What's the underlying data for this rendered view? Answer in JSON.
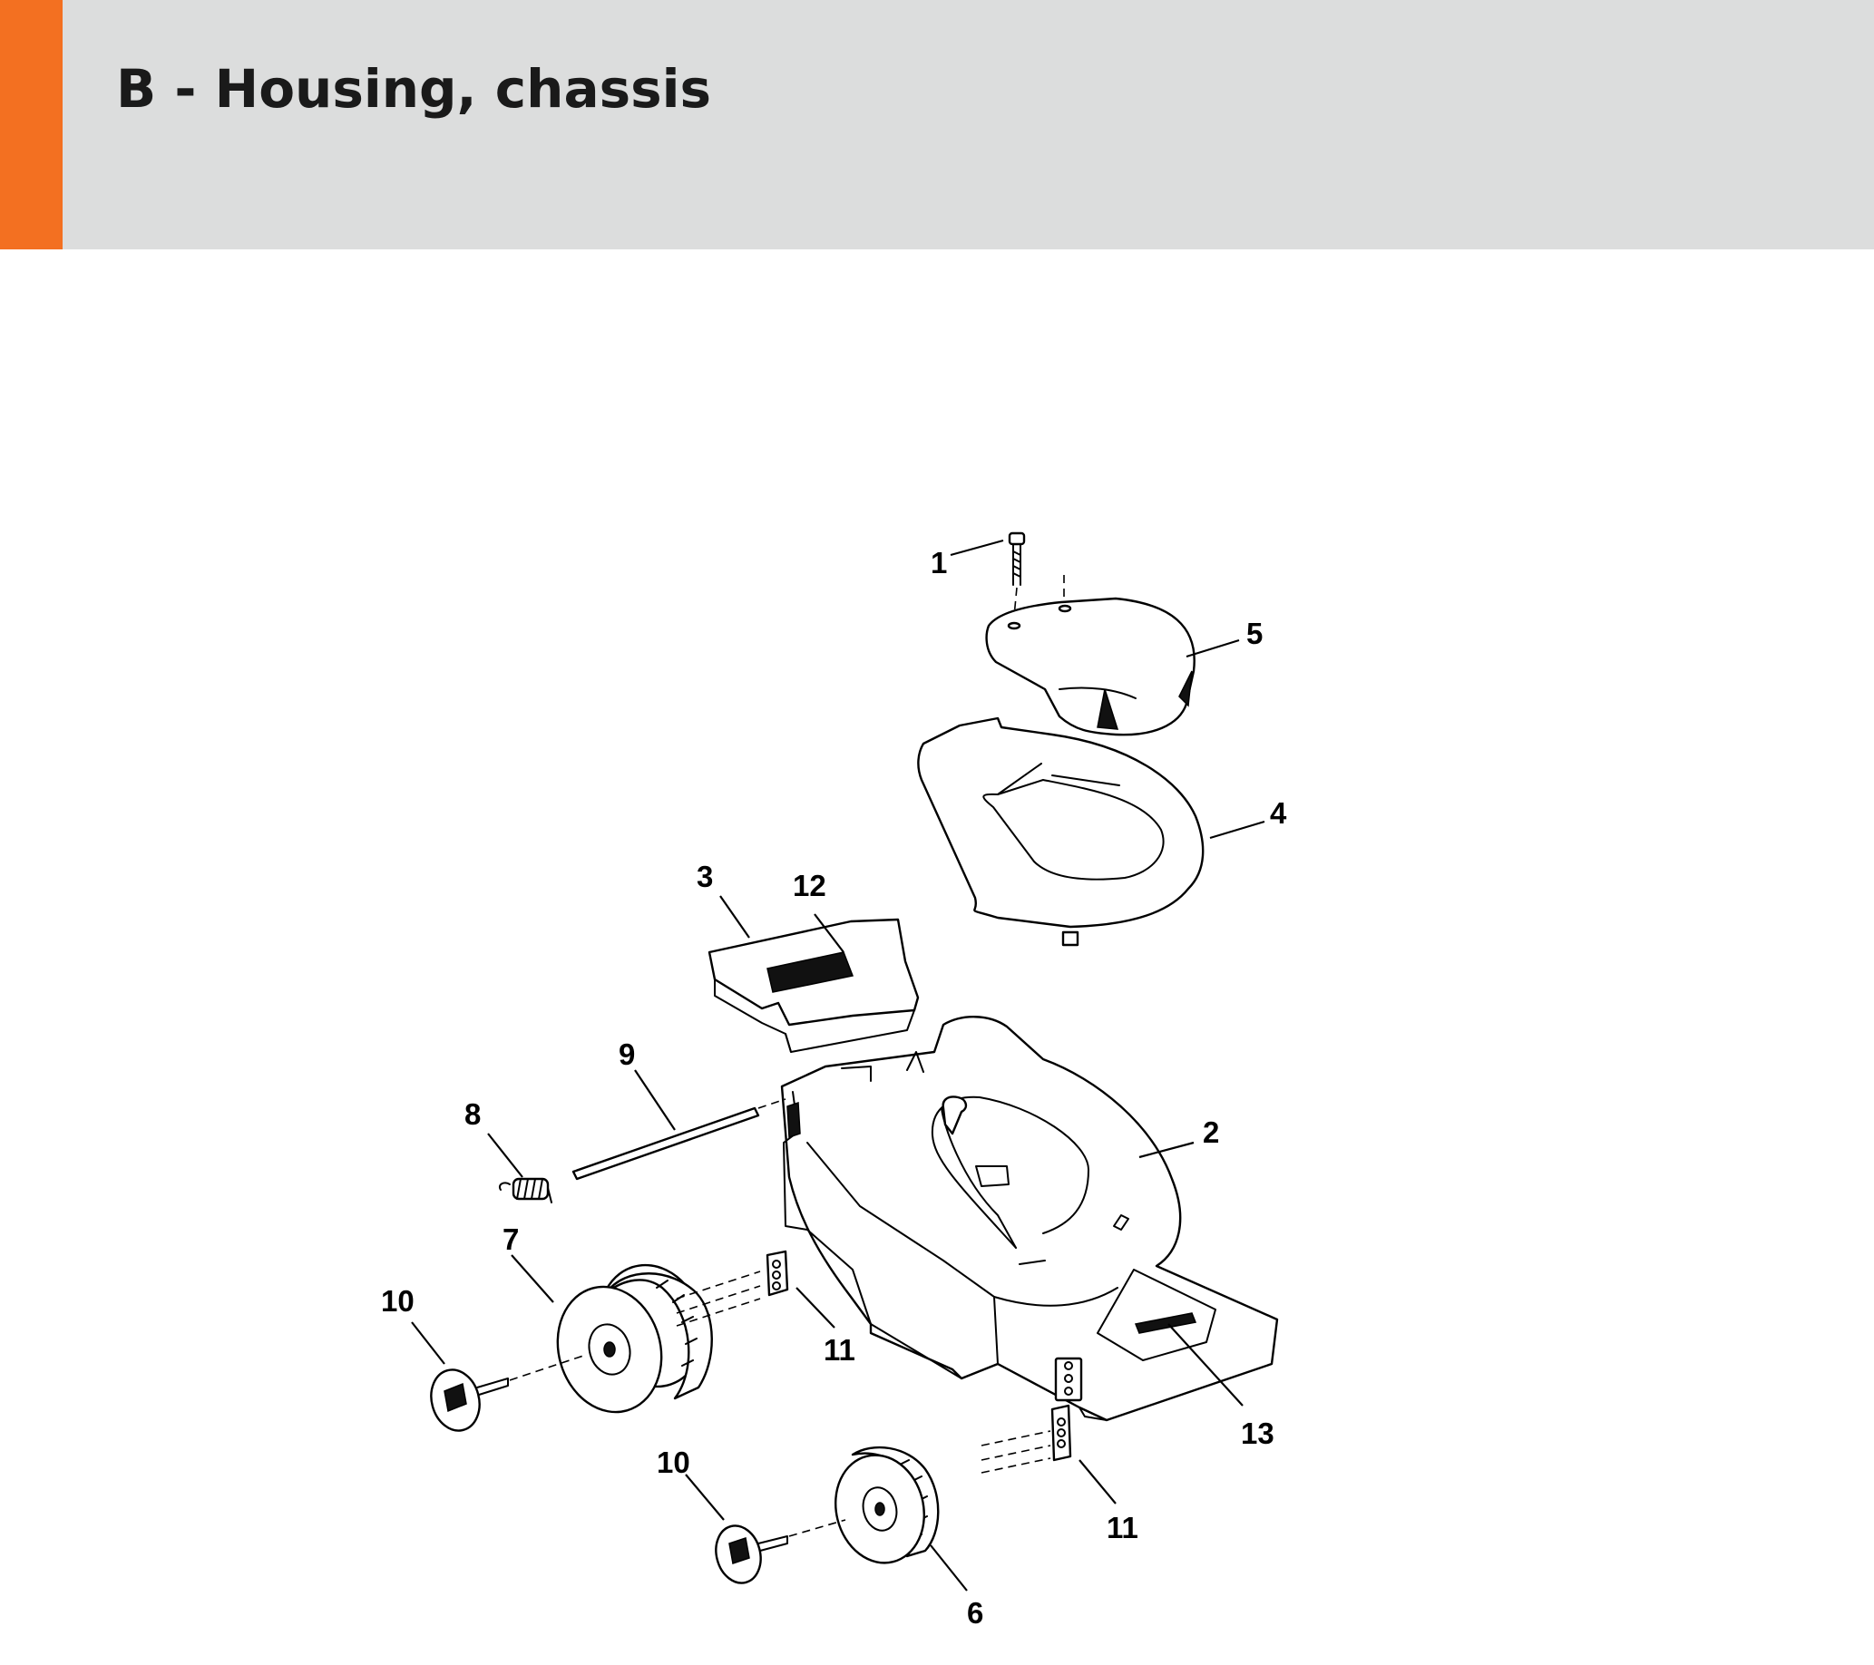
{
  "header": {
    "title": "B - Housing, chassis",
    "accent_color": "#f37021",
    "background_color": "#dcdddd"
  },
  "diagram": {
    "callouts": [
      {
        "id": "1",
        "label": "1"
      },
      {
        "id": "2",
        "label": "2"
      },
      {
        "id": "3",
        "label": "3"
      },
      {
        "id": "4",
        "label": "4"
      },
      {
        "id": "5",
        "label": "5"
      },
      {
        "id": "6",
        "label": "6"
      },
      {
        "id": "7",
        "label": "7"
      },
      {
        "id": "8",
        "label": "8"
      },
      {
        "id": "9",
        "label": "9"
      },
      {
        "id": "10a",
        "label": "10"
      },
      {
        "id": "10b",
        "label": "10"
      },
      {
        "id": "11a",
        "label": "11"
      },
      {
        "id": "11b",
        "label": "11"
      },
      {
        "id": "12",
        "label": "12"
      },
      {
        "id": "13",
        "label": "13"
      }
    ]
  }
}
